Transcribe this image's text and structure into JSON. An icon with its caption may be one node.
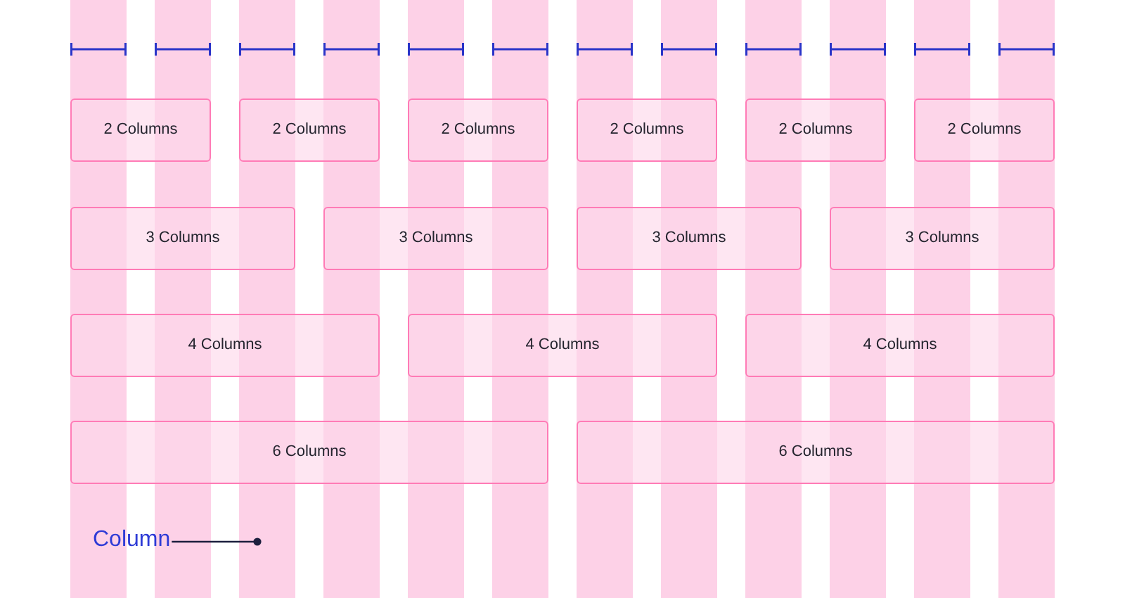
{
  "diagram": {
    "nodes": [
      {
        "text": [],
        "shape": "bar"
      },
      {
        "text": [],
        "shape": "bar"
      },
      {
        "text": [],
        "shape": "bar"
      },
      {
        "text": [],
        "shape": "bar"
      },
      {
        "text": [],
        "shape": "bar"
      },
      {
        "text": [],
        "shape": "bar"
      },
      {
        "text": [],
        "shape": "bar"
      },
      {
        "text": [],
        "shape": "bar"
      },
      {
        "text": [],
        "shape": "bar"
      },
      {
        "text": [],
        "shape": "bar"
      },
      {
        "text": [],
        "shape": "bar"
      },
      {
        "text": [],
        "shape": "bar"
      },
      {
        "text": [
          "2 Columns"
        ]
      },
      {
        "text": [
          "2 Columns"
        ]
      },
      {
        "text": [
          "2 Columns"
        ]
      },
      {
        "text": [
          "2 Columns"
        ]
      },
      {
        "text": [
          "2 Columns"
        ]
      },
      {
        "text": [
          "2 Columns"
        ]
      },
      {
        "text": [
          "3 Columns"
        ]
      },
      {
        "text": [
          "3 Columns"
        ]
      },
      {
        "text": [
          "3 Columns"
        ]
      },
      {
        "text": [
          "3 Columns"
        ]
      },
      {
        "text": [
          "4 Columns"
        ]
      },
      {
        "text": [
          "4 Columns"
        ]
      },
      {
        "text": [
          "4 Columns"
        ]
      },
      {
        "text": [
          "6 Columns"
        ]
      },
      {
        "text": [
          "6 Columns"
        ]
      },
      {
        "text": [
          "Column"
        ]
      }
    ],
    "edges": [
      {
        "from": 27,
        "to": 2,
        "arrow": "other"
      }
    ]
  }
}
